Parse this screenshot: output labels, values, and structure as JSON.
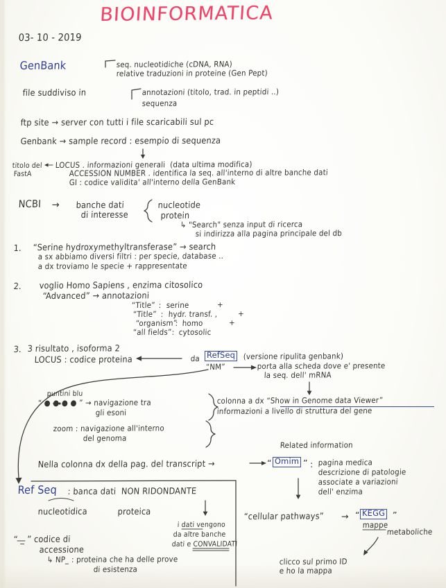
{
  "page": {
    "title": "BIOINFORMATICA",
    "date": "03- 10 - 2019",
    "ink_colors": {
      "body": "#33332f",
      "highlight_blue": "#2c3b8f",
      "title_pink": "#ef4a6b"
    }
  },
  "genbank": {
    "heading": "GenBank",
    "brace_lines": [
      "seq. nucleotidiche (cDNA, RNA)",
      "relative traduzioni in proteine (Gen Pept)"
    ],
    "file_line": "file suddiviso in",
    "file_brace_lines": [
      "annotazioni (titolo, trad. in peptidi ..)",
      "sequenza"
    ],
    "ftp_line": "ftp site → server con tutti i file scaricabili sul pc",
    "sample_line": "Genbank → sample record : esempio di sequenza"
  },
  "record": {
    "left_labels": [
      "titolo del",
      "FastA"
    ],
    "lines": [
      "LOCUS . informazioni generali  (data ultima modifica)",
      "ACCESSION NUMBER . identifica la seq. all'interno di altre banche dati",
      "GI : codice validita' all'interno della GenBank"
    ]
  },
  "ncbi": {
    "heading": "NCBI",
    "arrow": "→",
    "subject": "banche dati",
    "subject2": "di interesse",
    "brace_items": [
      "nucleotide",
      "protein"
    ],
    "sub_lines": [
      "↳ \"Search\" senza input di ricerca",
      "si indirizza alla pagina principale del db"
    ]
  },
  "steps": [
    {
      "n": "1.",
      "lines": [
        "“Serine hydroxymethyltransferase” → search",
        "a sx abbiamo diversi filtri : per specie, database ..",
        "a dx troviamo le specie + rappresentate"
      ]
    },
    {
      "n": "2.",
      "lines": [
        "voglio Homo Sapiens , enzima citosolico",
        "“Advanced” → annotazioni"
      ],
      "fields": [
        {
          "key": "“Title”",
          "sep": ":",
          "value": "serine",
          "op": "+"
        },
        {
          "key": "“Title”",
          "sep": ":",
          "value": "hydr. transf. ,",
          "op": "+"
        },
        {
          "key": "“organism”",
          "sep": ":",
          "value": "homo",
          "op": "+"
        },
        {
          "key": "“all fields”",
          "sep": ":",
          "value": "cytosolic",
          "op": ""
        }
      ]
    },
    {
      "n": "3.",
      "lines": [
        "3 risultato , isoforma 2",
        "LOCUS : codice proteina"
      ],
      "from": "da",
      "refseq_box": "RefSeq",
      "refseq_note": "(versione ripulita genbank)",
      "nm": "“NM”",
      "nm_lines": [
        "porta alla scheda dove e' presente",
        "la seq. dell' mRNA"
      ]
    }
  ],
  "viewer": {
    "left_items": [
      {
        "top": "puntini blu",
        "label": "“ ● ● ● ● ” → navigazione tra",
        "sub": "gli esoni"
      },
      {
        "top": "",
        "label": "zoom : navigazione all'interno",
        "sub": "del genoma"
      }
    ],
    "right_lines": [
      "colonna a dx “Show in Genome data Viewer”",
      "informazioni a livello di struttura del gene"
    ],
    "viewer_link_text": "Show in Genome data Viewer"
  },
  "omim": {
    "related_label": "Related information",
    "lead_line": "Nella colonna dx della pag. del transcript →",
    "quote_open": "“",
    "box": "Omim",
    "quote_close": "”",
    "colon": ":",
    "desc_lines": [
      "pagina medica",
      "descrizione di patologie",
      "associate a variazioni",
      "dell' enzima"
    ]
  },
  "kegg": {
    "pathways": "“cellular pathways”",
    "arrow": "→",
    "quote_open": "“",
    "box": "KEGG",
    "quote_close": "”",
    "sub1": "mappe",
    "sub2": "metaboliche",
    "note_lines": [
      "clicco sul primo ID",
      "e ho la mappa"
    ]
  },
  "refseq": {
    "heading": "Ref Seq",
    "heading_rest": ": banca dati  NON RIDONDANTE",
    "branches": [
      "nucleotidica",
      "proteica"
    ],
    "code_label": "“ _ ” codice di",
    "code_label2": "accessione",
    "np_line": "↳ NP_ : proteina che ha delle prove",
    "np_line2": "di esistenza",
    "validated_lines": [
      "i dati vengono",
      "da altre banche",
      "dati e CONVALIDATI"
    ]
  }
}
